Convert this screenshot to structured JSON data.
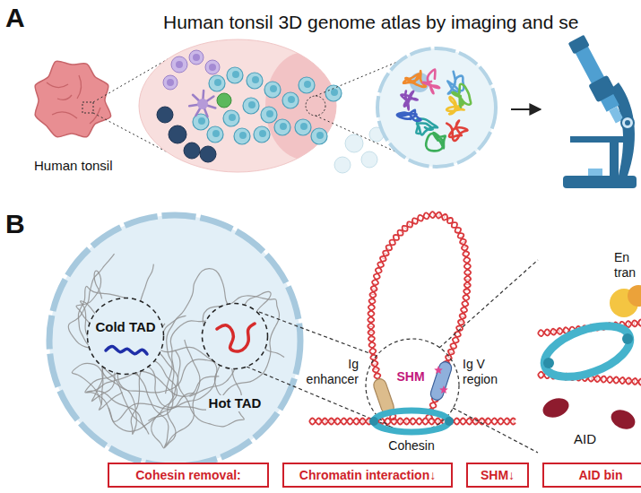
{
  "diagram": {
    "nodes": [
      {
        "text": [
          "Cold TAD"
        ]
      },
      {
        "text": [
          "Hot TAD"
        ]
      },
      {
        "text": [
          "Cohesin removal:"
        ]
      },
      {
        "text": [
          "Chromatin interaction↓"
        ]
      },
      {
        "text": [
          "SHM↓"
        ]
      },
      {
        "text": [
          "AID bin"
        ]
      }
    ],
    "labels": [
      "A",
      "Human tonsil 3D genome atlas by imaging and se",
      "Human tonsil",
      "B",
      "Ig enhancer",
      "SHM",
      "Ig V region",
      "Cohesin",
      "En",
      "tran",
      "AID"
    ]
  }
}
